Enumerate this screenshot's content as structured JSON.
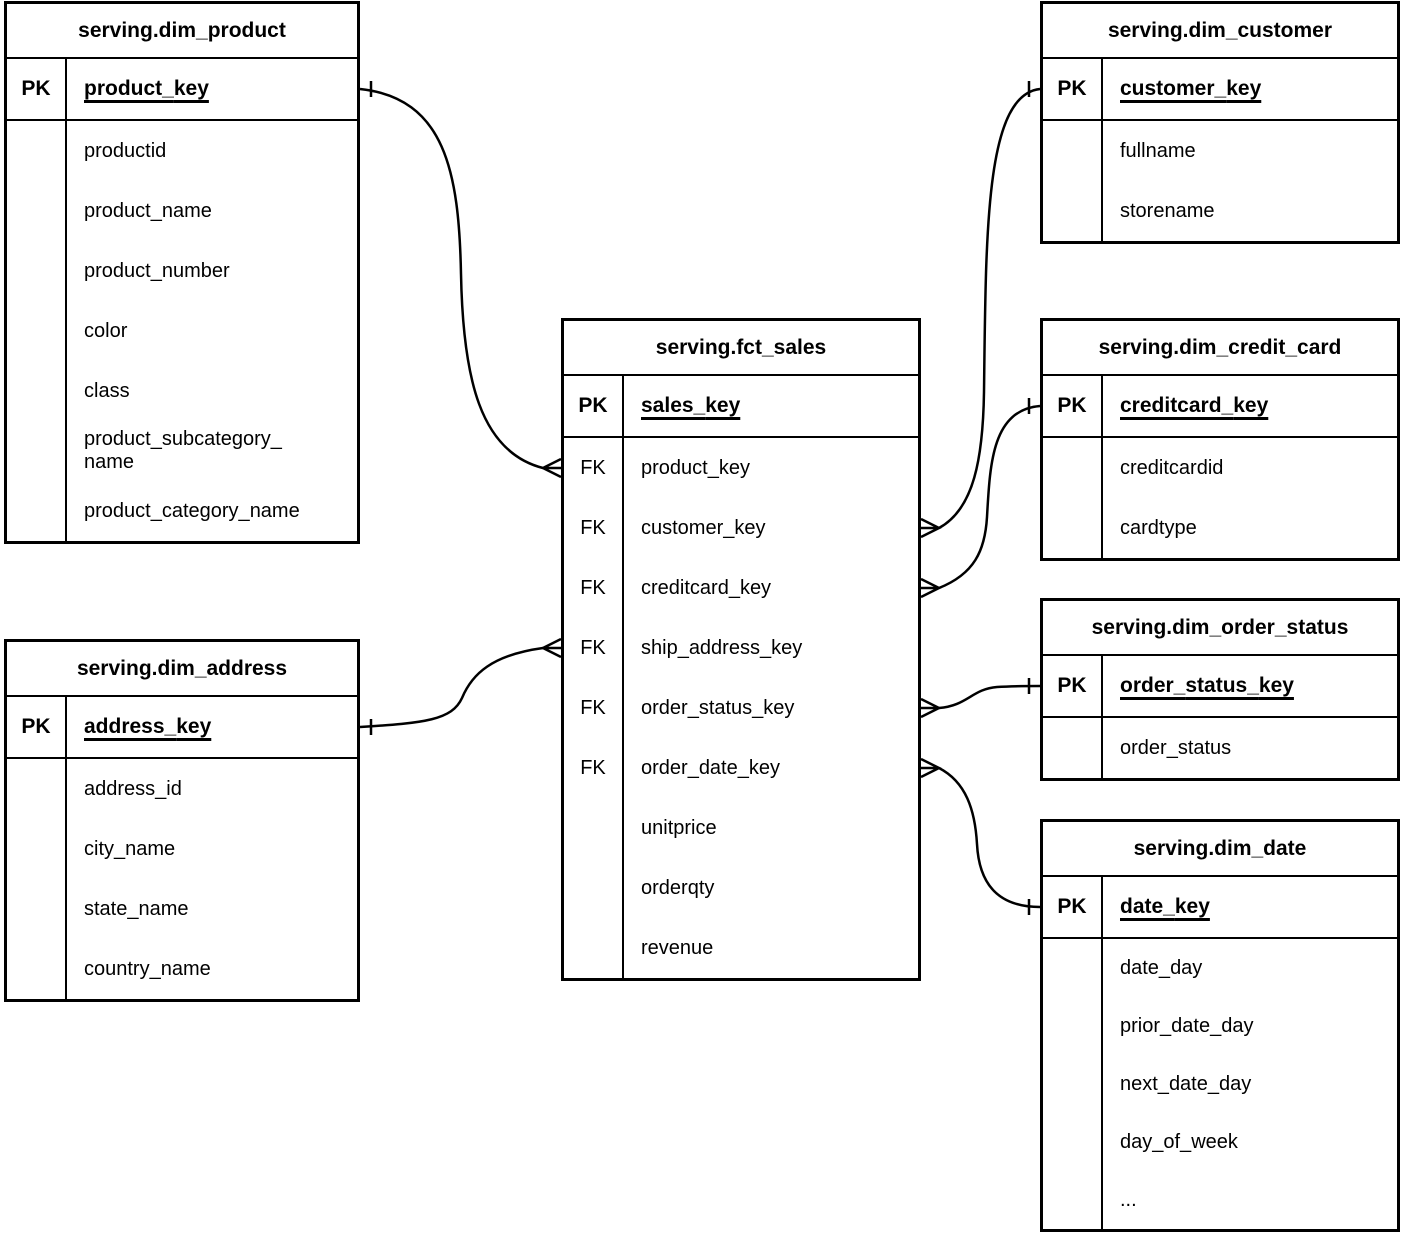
{
  "diagram_type": "entity-relationship-diagram",
  "colors": {
    "background": "#ffffff",
    "line": "#000000",
    "text": "#000000"
  },
  "tables": [
    {
      "id": "dim_product",
      "title": "serving.dim_product",
      "pk": {
        "key": "PK",
        "name": "product_key"
      },
      "fields": [
        {
          "key": "",
          "name": "productid"
        },
        {
          "key": "",
          "name": "product_name"
        },
        {
          "key": "",
          "name": "product_number"
        },
        {
          "key": "",
          "name": "color"
        },
        {
          "key": "",
          "name": "class"
        },
        {
          "key": "",
          "name": "product_subcategory_name"
        },
        {
          "key": "",
          "name": "product_category_name"
        }
      ]
    },
    {
      "id": "dim_customer",
      "title": "serving.dim_customer",
      "pk": {
        "key": "PK",
        "name": "customer_key"
      },
      "fields": [
        {
          "key": "",
          "name": "fullname"
        },
        {
          "key": "",
          "name": "storename"
        }
      ]
    },
    {
      "id": "fct_sales",
      "title": "serving.fct_sales",
      "pk": {
        "key": "PK",
        "name": "sales_key"
      },
      "fields": [
        {
          "key": "FK",
          "name": "product_key"
        },
        {
          "key": "FK",
          "name": "customer_key"
        },
        {
          "key": "FK",
          "name": "creditcard_key"
        },
        {
          "key": "FK",
          "name": "ship_address_key"
        },
        {
          "key": "FK",
          "name": "order_status_key"
        },
        {
          "key": "FK",
          "name": "order_date_key"
        },
        {
          "key": "",
          "name": "unitprice"
        },
        {
          "key": "",
          "name": "orderqty"
        },
        {
          "key": "",
          "name": "revenue"
        }
      ]
    },
    {
      "id": "dim_credit_card",
      "title": "serving.dim_credit_card",
      "pk": {
        "key": "PK",
        "name": "creditcard_key"
      },
      "fields": [
        {
          "key": "",
          "name": "creditcardid"
        },
        {
          "key": "",
          "name": "cardtype"
        }
      ]
    },
    {
      "id": "dim_order_status",
      "title": "serving.dim_order_status",
      "pk": {
        "key": "PK",
        "name": "order_status_key"
      },
      "fields": [
        {
          "key": "",
          "name": "order_status"
        }
      ]
    },
    {
      "id": "dim_date",
      "title": "serving.dim_date",
      "pk": {
        "key": "PK",
        "name": "date_key"
      },
      "fields": [
        {
          "key": "",
          "name": "date_day"
        },
        {
          "key": "",
          "name": "prior_date_day"
        },
        {
          "key": "",
          "name": "next_date_day"
        },
        {
          "key": "",
          "name": "day_of_week"
        },
        {
          "key": "",
          "name": "..."
        }
      ]
    },
    {
      "id": "dim_address",
      "title": "serving.dim_address",
      "pk": {
        "key": "PK",
        "name": "address_key"
      },
      "fields": [
        {
          "key": "",
          "name": "address_id"
        },
        {
          "key": "",
          "name": "city_name"
        },
        {
          "key": "",
          "name": "state_name"
        },
        {
          "key": "",
          "name": "country_name"
        }
      ]
    }
  ],
  "relationships": [
    {
      "from": "serving.fct_sales.product_key",
      "to": "serving.dim_product.product_key",
      "from_cardinality": "many",
      "to_cardinality": "one"
    },
    {
      "from": "serving.fct_sales.customer_key",
      "to": "serving.dim_customer.customer_key",
      "from_cardinality": "many",
      "to_cardinality": "one"
    },
    {
      "from": "serving.fct_sales.creditcard_key",
      "to": "serving.dim_credit_card.creditcard_key",
      "from_cardinality": "many",
      "to_cardinality": "one"
    },
    {
      "from": "serving.fct_sales.ship_address_key",
      "to": "serving.dim_address.address_key",
      "from_cardinality": "many",
      "to_cardinality": "one"
    },
    {
      "from": "serving.fct_sales.order_status_key",
      "to": "serving.dim_order_status.order_status_key",
      "from_cardinality": "many",
      "to_cardinality": "one"
    },
    {
      "from": "serving.fct_sales.order_date_key",
      "to": "serving.dim_date.date_key",
      "from_cardinality": "many",
      "to_cardinality": "one"
    }
  ]
}
